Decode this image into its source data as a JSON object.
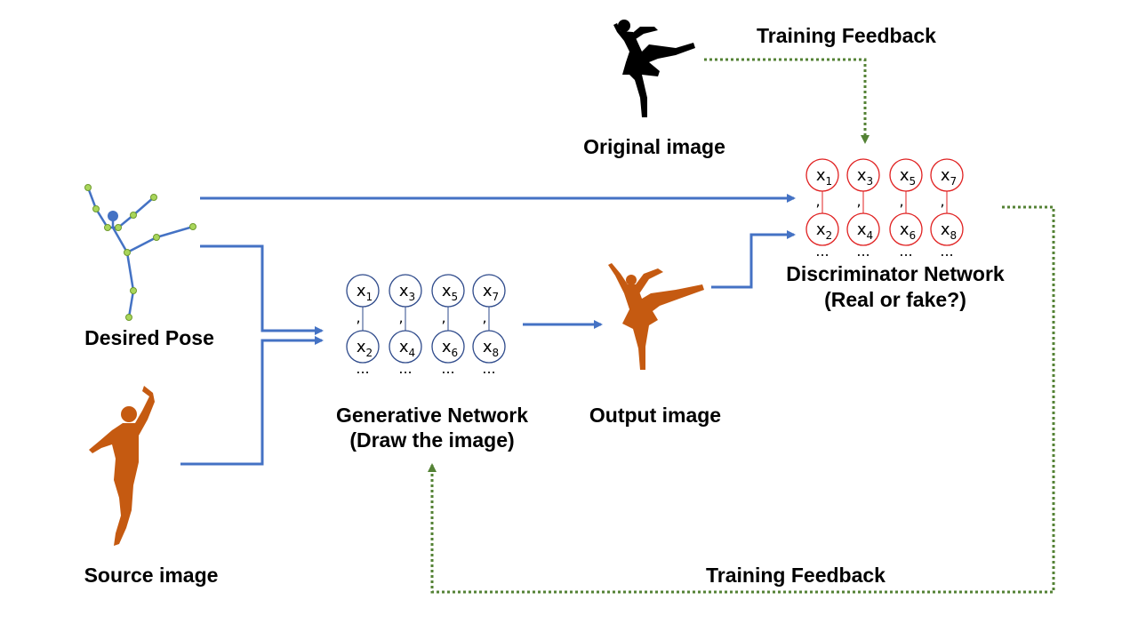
{
  "labels": {
    "training_feedback_top": "Training Feedback",
    "original_image": "Original image",
    "desired_pose": "Desired Pose",
    "source_image": "Source image",
    "generative_network": "Generative Network",
    "generative_network_sub": "(Draw the image)",
    "output_image": "Output image",
    "discriminator_network": "Discriminator Network",
    "discriminator_network_sub": "(Real or fake?)",
    "training_feedback_bottom": "Training Feedback"
  },
  "generative_nodes": {
    "top": [
      "x",
      "x",
      "x",
      "x"
    ],
    "top_sub": [
      "1",
      "3",
      "5",
      "7"
    ],
    "bottom": [
      "x",
      "x",
      "x",
      "x"
    ],
    "bottom_sub": [
      "2",
      "4",
      "6",
      "8"
    ],
    "separator": ",",
    "ellipsis": "..."
  },
  "discriminator_nodes": {
    "top": [
      "x",
      "x",
      "x",
      "x"
    ],
    "top_sub": [
      "1",
      "3",
      "5",
      "7"
    ],
    "bottom": [
      "x",
      "x",
      "x",
      "x"
    ],
    "bottom_sub": [
      "2",
      "4",
      "6",
      "8"
    ],
    "separator": ",",
    "ellipsis": "..."
  },
  "colors": {
    "flow_arrow": "#4472C4",
    "feedback_arrow": "#548235",
    "generative_node": "#2E4A8B",
    "discriminator_node": "#E02020",
    "source_silhouette": "#C55A11",
    "original_silhouette": "#000000",
    "pose_joint": "#A9D65B",
    "pose_head": "#4472C4",
    "pose_bone": "#4472C4"
  },
  "icons": [
    "ballerina-silhouette-original",
    "pose-skeleton",
    "dancer-silhouette-source",
    "ballerina-silhouette-output"
  ]
}
